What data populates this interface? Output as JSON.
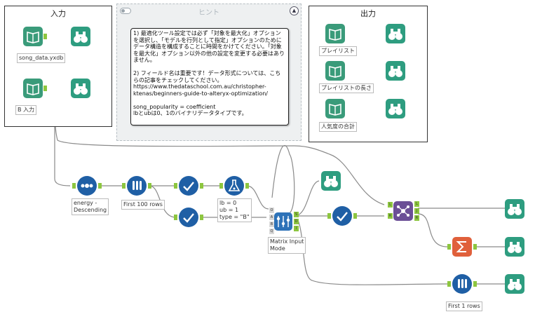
{
  "containers": {
    "input": {
      "title": "入力"
    },
    "output": {
      "title": "出力"
    }
  },
  "hint": {
    "title": "ヒント",
    "comment": "1) 最適化ツール設定では必ず「対象を最大化」オプションを選択し、「モデルを行列として指定」オプションのためにデータ構造を構成することに時間をかけてください。「対象を最大化」オプション以外の他の設定を変更する必要はありません。\n\n2) フィールド名は重要です！データ形式については、こちらの記事をチェックしてください。\nhttps://www.thedataschool.com.au/christopher-ktenas/beginners-guide-to-alteryx-optimization/\n\nsong_popularity = coefficient\nlbとubは0、1のバイナリデータタイプです。"
  },
  "tools": {
    "input1": {
      "label": "song_data.yxdb"
    },
    "input2": {
      "label": "B 入力"
    },
    "out_playlist": {
      "label": "プレイリスト"
    },
    "out_length": {
      "label": "プレイリストの長さ"
    },
    "out_popularity": {
      "label": "人気度の合計"
    },
    "sort": {
      "label": "energy -\nDescending"
    },
    "sample100": {
      "label": "First 100 rows"
    },
    "formula": {
      "label": "lb = 0\nub = 1\ntype = \"B\""
    },
    "optimization": {
      "label": "Matrix Input\nMode"
    },
    "sample1": {
      "label": "First 1 rows"
    }
  },
  "anchors": {
    "opt_in": [
      "O",
      "A",
      "B",
      "Q"
    ],
    "opt_out": [
      "S",
      "D",
      "I"
    ],
    "join_in": [
      "L",
      "R"
    ],
    "join_out": [
      "L",
      "J",
      "R"
    ]
  },
  "colors": {
    "input_tool": "#3a9b7a",
    "browse_tool": "#2e9d80",
    "preparation_tool": "#1f5fa5",
    "predictive_tool": "#2d72b8",
    "summarize_tool": "#e0603b",
    "join_tool": "#6b4f96",
    "anchor": "#8dc63f"
  }
}
